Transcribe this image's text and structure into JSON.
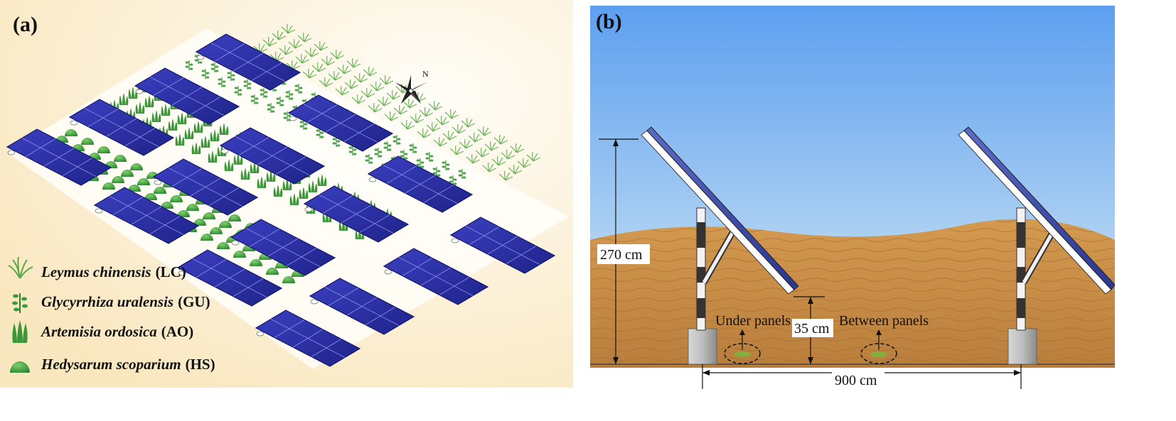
{
  "panel_a": {
    "label": "(a)",
    "compass_label": "N",
    "legend": [
      {
        "name": "Leymus chinensis",
        "abbr": "(LC)",
        "icon": "grass-icon"
      },
      {
        "name": "Glycyrrhiza uralensis",
        "abbr": "(GU)",
        "icon": "leafy-shrub-icon"
      },
      {
        "name": "Artemisia ordosica",
        "abbr": "(AO)",
        "icon": "tuft-icon"
      },
      {
        "name": "Hedysarum scoparium",
        "abbr": "(HS)",
        "icon": "dome-shrub-icon"
      }
    ],
    "colors": {
      "background": "#fdf3dc",
      "panel": "#2c2fa0",
      "plant": "#3c9a3c",
      "ground": "#ffffff"
    }
  },
  "panel_b": {
    "label": "(b)",
    "height_label": "270 cm",
    "clearance_label": "35 cm",
    "spacing_label": "900 cm",
    "under_panels_label": "Under panels",
    "between_panels_label": "Between panels",
    "colors": {
      "sky_top": "#5aa0f0",
      "sky_bottom": "#dfeef8",
      "sand": "#c88e48",
      "panel": "#3a4aa0"
    }
  }
}
